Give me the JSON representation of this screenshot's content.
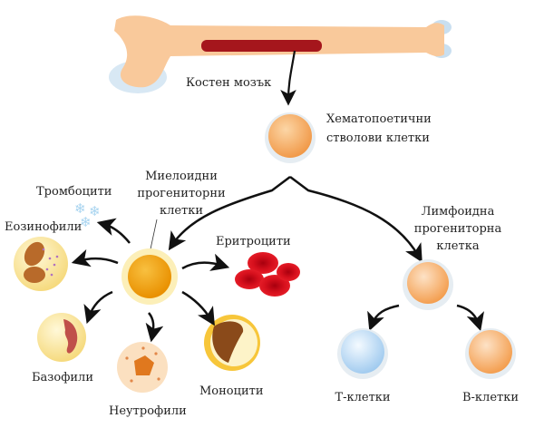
{
  "labels": {
    "bone_marrow": "Костен мозък",
    "hsc_line1": "Хематопоетични",
    "hsc_line2": "стволови клетки",
    "myeloid_line1": "Миелоидни",
    "myeloid_line2": "прогениторни",
    "myeloid_line3": "клетки",
    "platelets": "Тромбоцити",
    "eosinophils": "Еозинофили",
    "erythrocytes": "Еритроцити",
    "basophils": "Базофили",
    "neutrophils": "Неутрофили",
    "monocytes": "Моноцити",
    "lymphoid_line1": "Лимфоидна",
    "lymphoid_line2": "прогениторна",
    "lymphoid_line3": "клетка",
    "t_cells": "Т-клетки",
    "b_cells": "В-клетки"
  },
  "colors": {
    "bone": "#f9c99b",
    "marrow": "#a5161c",
    "stem_cell": "#f6a65a",
    "myeloid": "#f2a516",
    "erythrocyte": "#d8101c",
    "t_cell": "#b9d9f2",
    "b_cell": "#f7a860",
    "arrow": "#111111"
  }
}
